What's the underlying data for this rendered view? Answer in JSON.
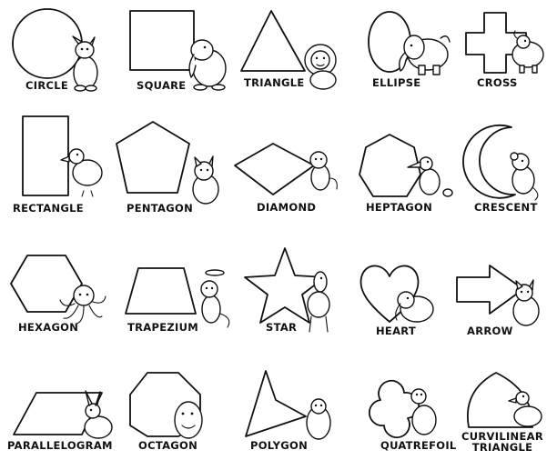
{
  "labels": {
    "circle": "CIRCLE",
    "square": "SQUARE",
    "triangle": "TRIANGLE",
    "ellipse": "ELLIPSE",
    "cross": "CROSS",
    "rectangle": "RECTANGLE",
    "pentagon": "PENTAGON",
    "diamond": "DIAMOND",
    "heptagon": "HEPTAGON",
    "crescent": "CRESCENT",
    "hexagon": "HEXAGON",
    "trapezium": "TRAPEZIUM",
    "star": "STAR",
    "heart": "HEART",
    "arrow": "ARROW",
    "parallelogram": "PARALLELOGRAM",
    "octagon": "OCTAGON",
    "polygon": "POLYGON",
    "quatrefoil": "QUATREFOIL",
    "curvilinear_line1": "CURVILINEAR",
    "curvilinear_line2": "TRIANGLE"
  }
}
